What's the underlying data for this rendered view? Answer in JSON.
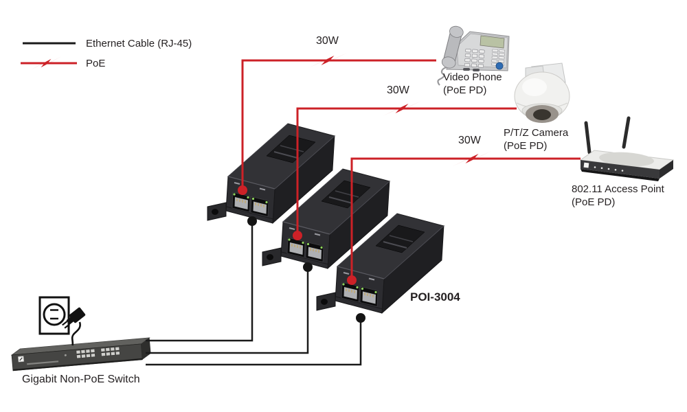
{
  "colors": {
    "poe": "#cc2127",
    "ethernet": "#1a1a1a"
  },
  "legend": {
    "ethernet": "Ethernet Cable (RJ-45)",
    "poe": "PoE"
  },
  "poe_links": [
    {
      "to": "Video Phone",
      "power": "30W"
    },
    {
      "to": "P/T/Z Camera",
      "power": "30W"
    },
    {
      "to": "802.11 Access Point",
      "power": "30W"
    }
  ],
  "injectors": {
    "model": "POI-3004",
    "count": 3
  },
  "devices": {
    "video_phone": {
      "name": "Video Phone",
      "mode": "(PoE PD)"
    },
    "ptz_camera": {
      "name": "P/T/Z Camera",
      "mode": "(PoE PD)"
    },
    "access_point": {
      "name": "802.11 Access Point",
      "mode": "(PoE PD)"
    },
    "switch": {
      "name": "Gigabit Non-PoE Switch"
    }
  }
}
